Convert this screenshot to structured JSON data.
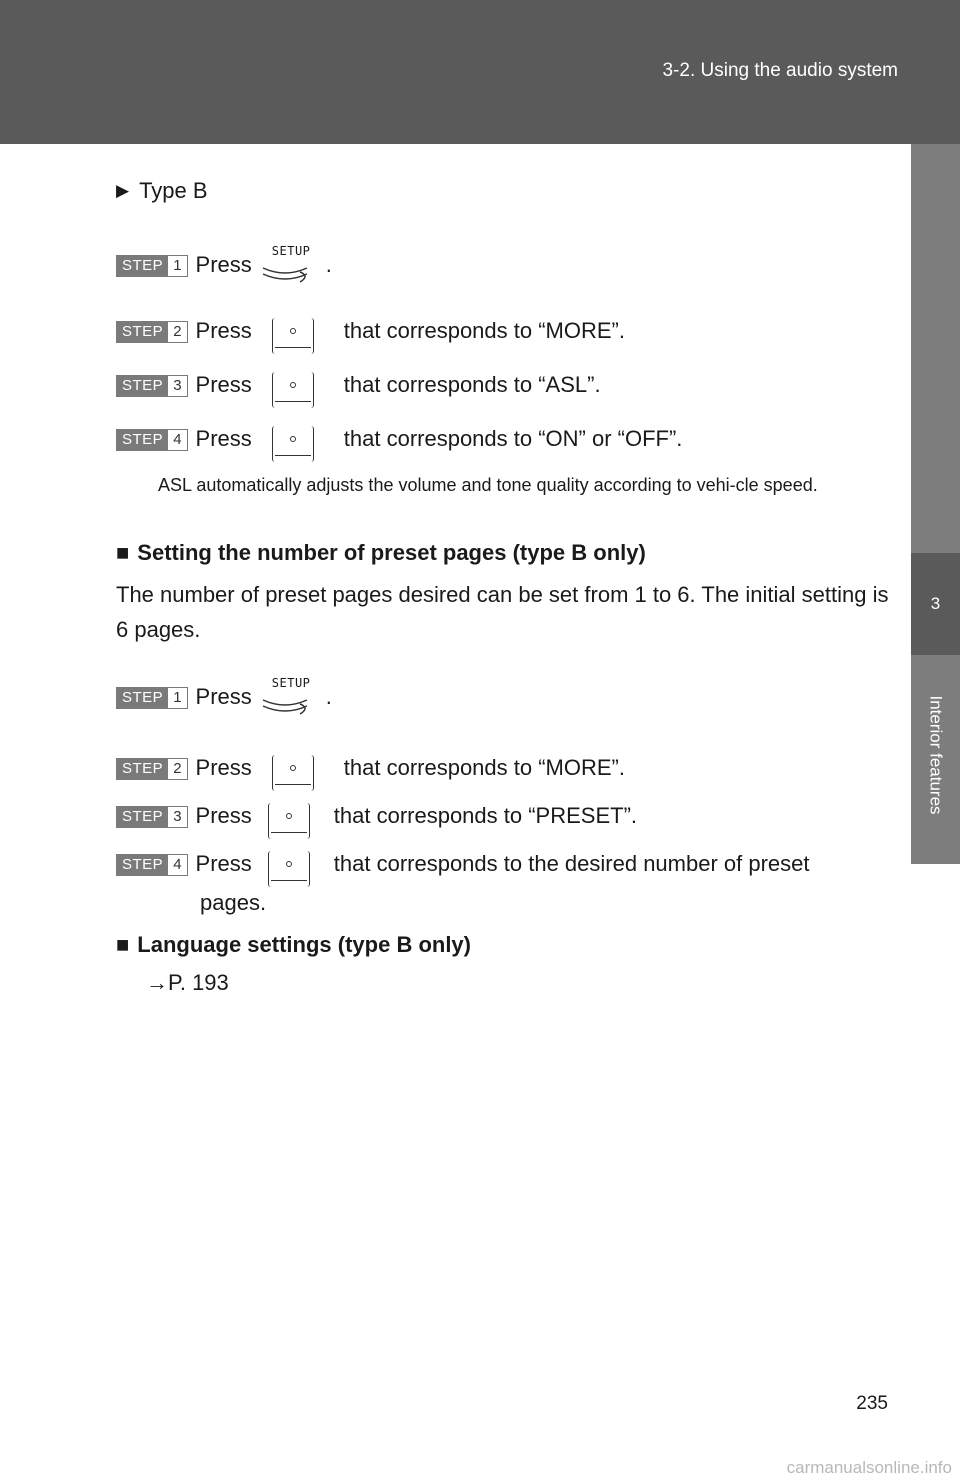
{
  "header": {
    "section": "3-2. Using the audio system"
  },
  "sidebar": {
    "chapter_number": "3",
    "chapter_title": "Interior features"
  },
  "type_b": {
    "marker": "Type B"
  },
  "steps_a": [
    {
      "label": "STEP",
      "num": "1",
      "press": "Press",
      "button": "SETUP",
      "text": "."
    },
    {
      "label": "STEP",
      "num": "2",
      "press": "Press",
      "text": "that corresponds to “MORE”."
    },
    {
      "label": "STEP",
      "num": "3",
      "press": "Press",
      "text": "that corresponds to “ASL”."
    },
    {
      "label": "STEP",
      "num": "4",
      "press": "Press",
      "text": "that corresponds to “ON” or “OFF”."
    }
  ],
  "note": "ASL automatically adjusts the volume and tone quality according to vehi-cle speed.",
  "section_preset": {
    "bullet": "■",
    "title": "Setting the number of preset pages (type B only)",
    "body": "The number of preset pages desired can be set from 1 to 6. The initial setting is 6 pages."
  },
  "steps_b": [
    {
      "label": "STEP",
      "num": "1",
      "press": "Press",
      "button": "SETUP",
      "text": "."
    },
    {
      "label": "STEP",
      "num": "2",
      "press": "Press",
      "text": "that corresponds to “MORE”."
    },
    {
      "label": "STEP",
      "num": "3",
      "press": "Press",
      "text": "that corresponds to “PRESET”."
    },
    {
      "label": "STEP",
      "num": "4",
      "press": "Press",
      "text": "that corresponds to the desired number of preset",
      "text2": "pages."
    }
  ],
  "section_language": {
    "bullet": "■",
    "title": "Language settings (type B only)",
    "ref": "→P. 193"
  },
  "page_number": "235",
  "watermark": "carmanualsonline.info"
}
